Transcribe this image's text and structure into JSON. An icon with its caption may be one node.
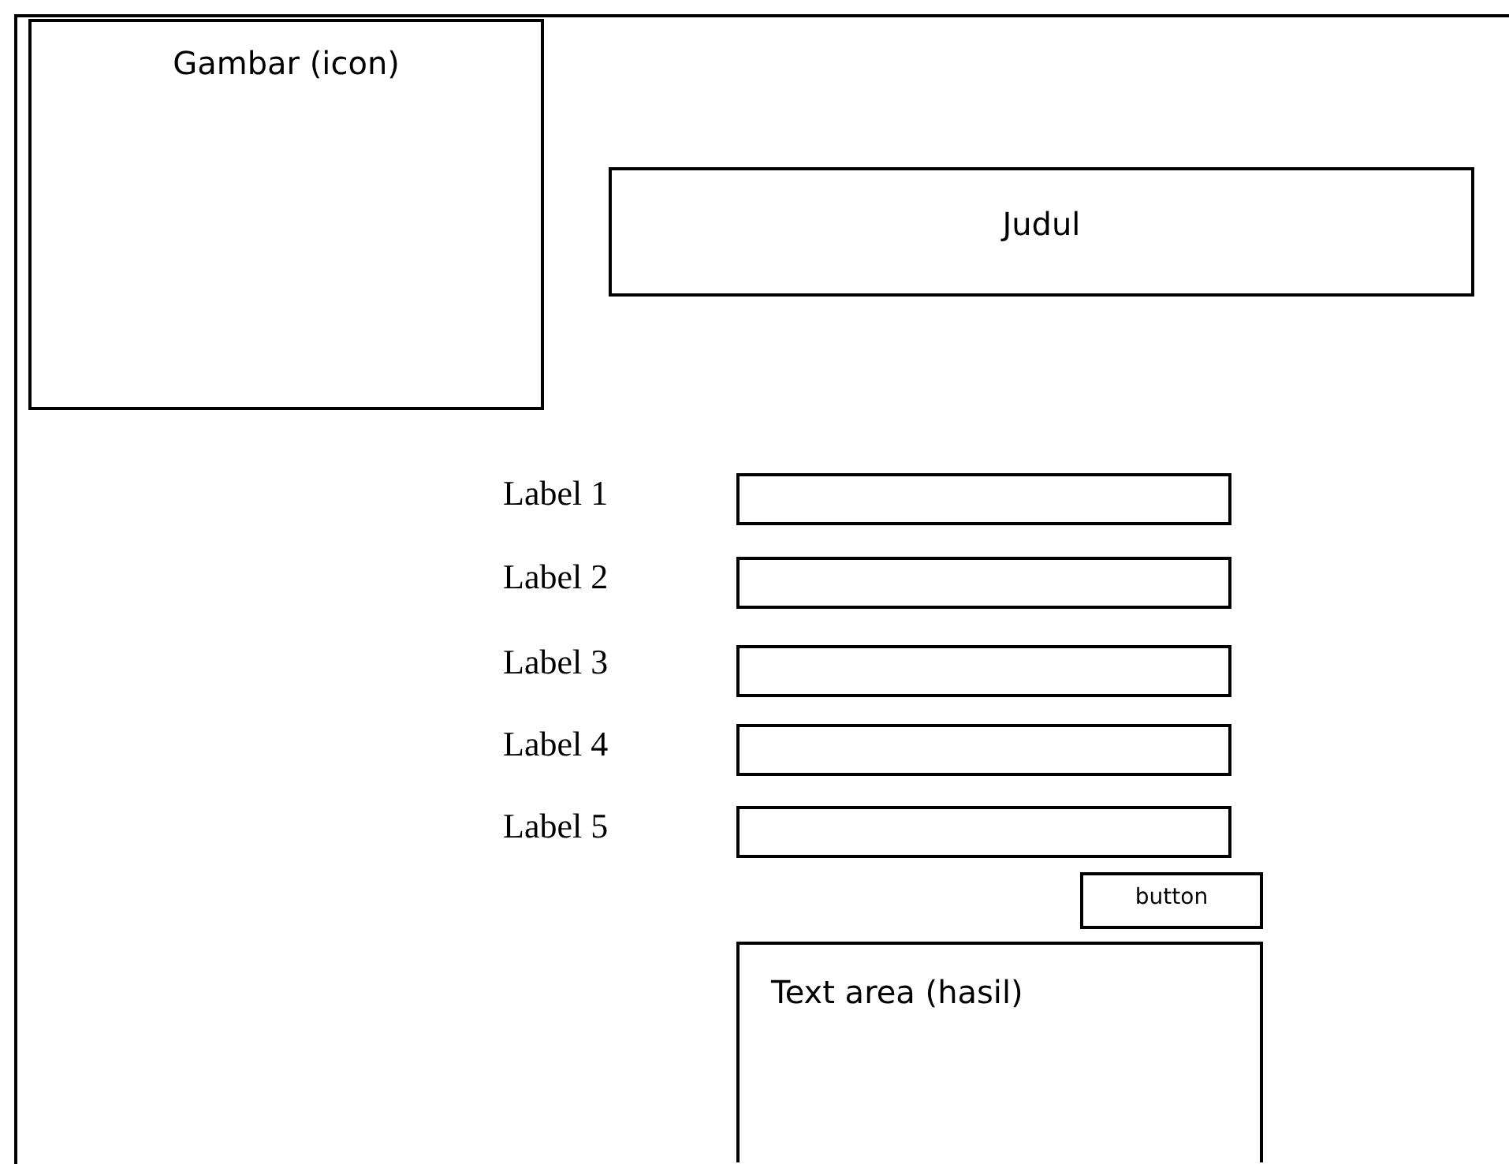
{
  "diagram": {
    "nodes": [
      {
        "text": [],
        "shape": "box"
      },
      {
        "text": [
          "Gambar (icon)"
        ],
        "in": 0
      },
      {
        "text": [
          "Judul"
        ],
        "in": 0
      },
      {
        "text": [],
        "shape": "box",
        "in": 0
      },
      {
        "text": [],
        "shape": "box",
        "in": 0
      },
      {
        "text": [],
        "shape": "box",
        "in": 0
      },
      {
        "text": [],
        "shape": "box",
        "in": 0
      },
      {
        "text": [],
        "shape": "box",
        "in": 0
      },
      {
        "text": [
          "button"
        ],
        "in": 0
      },
      {
        "text": [
          "Text area (hasil)"
        ],
        "in": 0
      }
    ],
    "labels": [
      "Label 1",
      "Label 2",
      "Label 3",
      "Label 4",
      "Label 5"
    ]
  }
}
